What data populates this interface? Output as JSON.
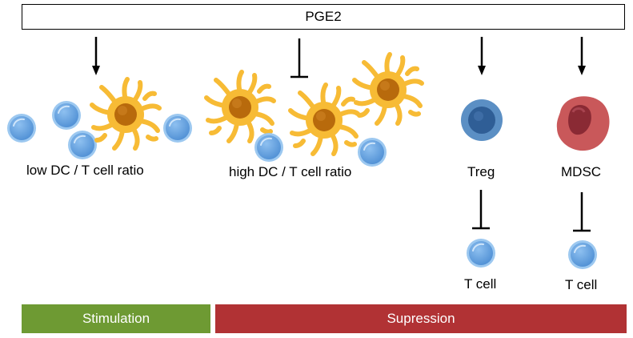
{
  "header": {
    "label": "PGE2"
  },
  "labels": {
    "low_ratio": "low DC / T cell ratio",
    "high_ratio": "high DC / T cell ratio",
    "treg": "Treg",
    "mdsc": "MDSC",
    "tcell_treg": "T cell",
    "tcell_mdsc": "T cell"
  },
  "bars": {
    "stimulation": {
      "label": "Stimulation",
      "color": "#6e9a33"
    },
    "suppression": {
      "label": "Supression",
      "color": "#b13234"
    }
  },
  "colors": {
    "t_cell_fill": "#5b9bdb",
    "t_cell_stroke": "#9cc8f0",
    "dendritic_body": "#f7bb35",
    "dendritic_nucleus": "#b86a0c",
    "treg_outer": "#5b8fc4",
    "treg_inner": "#2f5e96",
    "mdsc_outer": "#c9585a",
    "mdsc_inner": "#8a2a34"
  },
  "icons": [
    "arrow-down",
    "inhibition-t-bar",
    "t-cell",
    "dendritic-cell",
    "treg-cell",
    "mdsc-cell"
  ]
}
